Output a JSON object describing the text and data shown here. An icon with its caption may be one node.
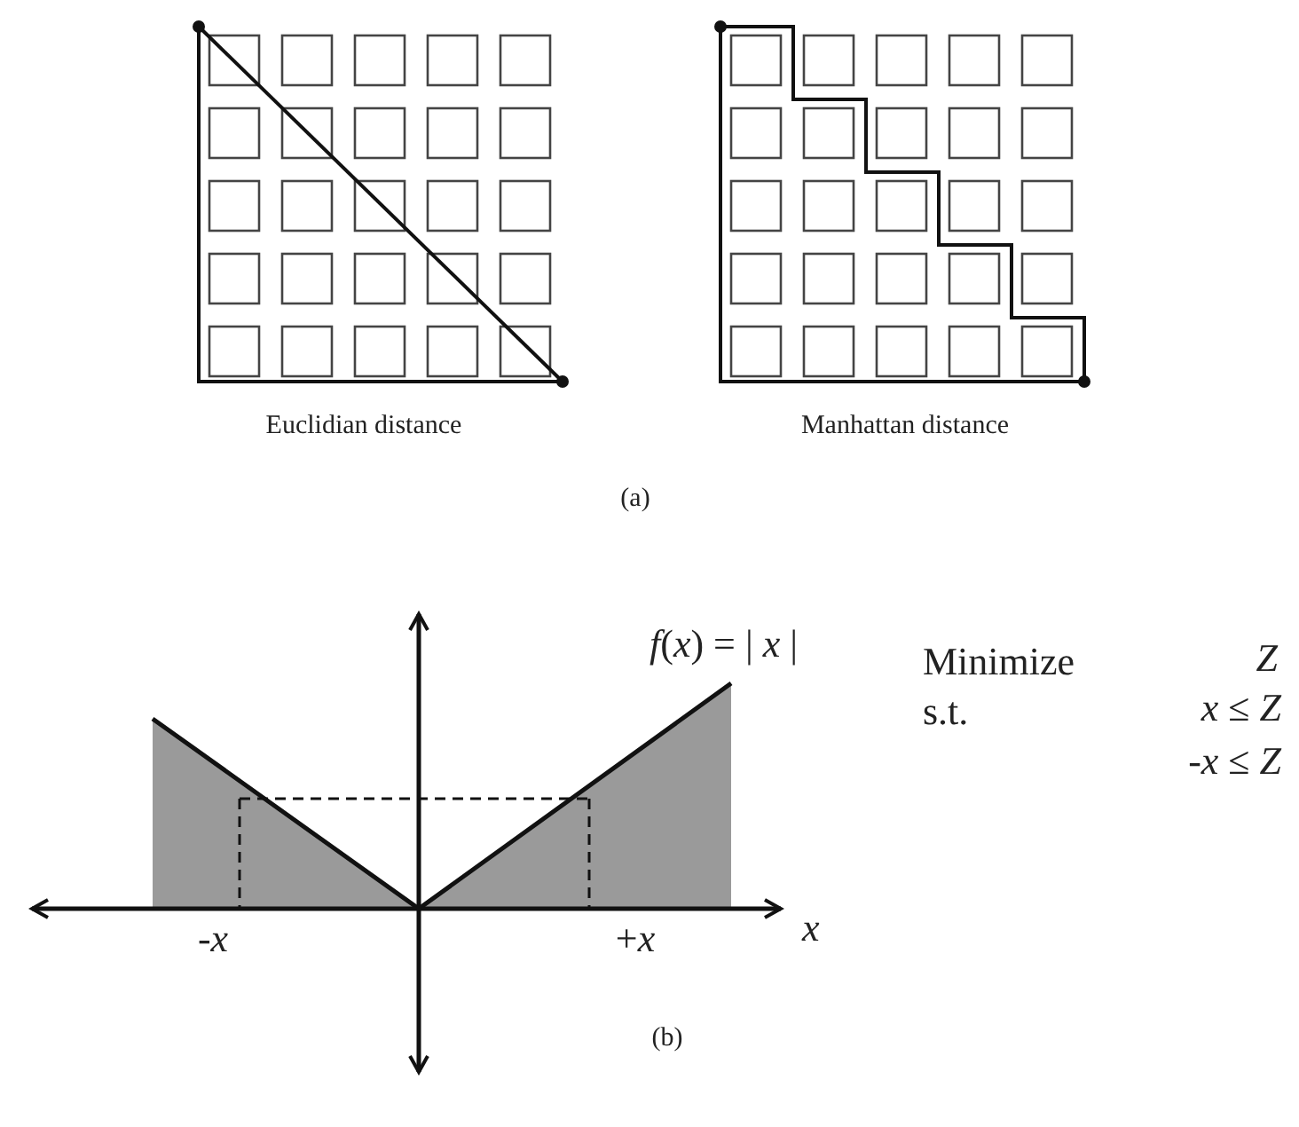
{
  "diagram": {
    "labels": [
      "Euclidian distance",
      "Manhattan distance",
      "(a)",
      "*f*(*x*) = | *x* |",
      "Minimize",
      "*Z*",
      "s.t.",
      "*x* ≤ *Z*",
      "-*x* ≤ *Z*",
      "-*x*",
      "+*x*",
      "*x*",
      "(b)"
    ]
  }
}
